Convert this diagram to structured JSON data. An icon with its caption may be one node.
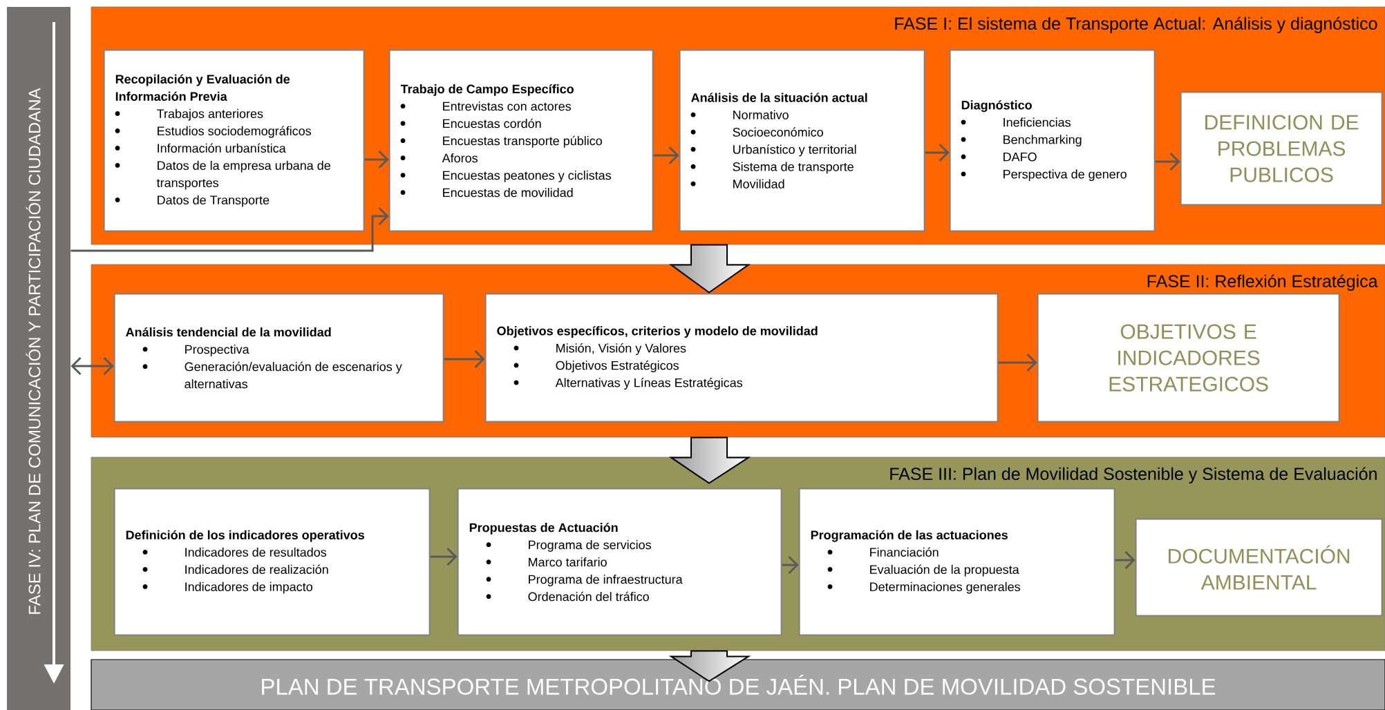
{
  "diagram": {
    "nodes": [
      {
        "text": [
          "FASE IV: PLAN DE COMUNICACIÓN Y PARTICIPACIÓN CIUDADANA"
        ]
      },
      {
        "text": [
          "FASE I: El sistema de Transporte Actual: Análisis y diagnóstico"
        ]
      },
      {
        "text": [
          "Recopilación y Evaluación de Información Previa",
          "Trabajos anteriores",
          "Estudios sociodemográficos",
          "Información urbanística",
          "Datos de la empresa urbana de transportes",
          "Datos de Transporte"
        ],
        "in": 1
      },
      {
        "text": [
          "Trabajo de Campo Específico",
          "Entrevistas con actores",
          "Encuestas cordón",
          "Encuestas transporte público",
          "Aforos",
          "Encuestas peatones y ciclistas",
          "Encuestas de movilidad"
        ],
        "in": 1
      },
      {
        "text": [
          "Análisis de la situación actual",
          "Normativo",
          "Socioeconómico",
          "Urbanístico y territorial",
          "Sistema de transporte",
          "Movilidad"
        ],
        "in": 1
      },
      {
        "text": [
          "Diagnóstico",
          "Ineficiencias",
          "Benchmarking",
          "DAFO",
          "Perspectiva de genero"
        ],
        "in": 1
      },
      {
        "text": [
          "DEFINICION DE PROBLEMAS PUBLICOS"
        ],
        "in": 1
      },
      {
        "text": [
          "FASE II: Reflexión Estratégica"
        ]
      },
      {
        "text": [
          "Análisis tendencial de la movilidad",
          "Prospectiva",
          "Generación/evaluación de escenarios y alternativas"
        ],
        "in": 7
      },
      {
        "text": [
          "Objetivos específicos, criterios y modelo de movilidad",
          "Misión, Visión y Valores",
          "Objetivos Estratégicos",
          "Alternativas y Líneas Estratégicas"
        ],
        "in": 7
      },
      {
        "text": [
          "OBJETIVOS E INDICADORES ESTRATEGICOS"
        ],
        "in": 7
      },
      {
        "text": [
          "FASE III: Plan de Movilidad Sostenible y Sistema de Evaluación"
        ]
      },
      {
        "text": [
          "Definición de los indicadores operativos",
          "Indicadores de resultados",
          "Indicadores de realización",
          "Indicadores de impacto"
        ],
        "in": 11
      },
      {
        "text": [
          "Propuestas de Actuación",
          "Programa de servicios",
          "Marco tarifario",
          "Programa de infraestructura",
          "Ordenación del tráfico"
        ],
        "in": 11
      },
      {
        "text": [
          "Programación de las actuaciones",
          "Financiación",
          "Evaluación de la propuesta",
          "Determinaciones generales"
        ],
        "in": 11
      },
      {
        "text": [
          "DOCUMENTACIÓN AMBIENTAL"
        ],
        "in": 11
      },
      {
        "text": [
          "PLAN DE TRANSPORTE METROPOLITANO DE JAÉN. PLAN DE MOVILIDAD SOSTENIBLE"
        ]
      }
    ],
    "edges": [
      {
        "from": 2,
        "to": 3,
        "arrow": "to"
      },
      {
        "from": 0,
        "to": 3,
        "arrow": "to"
      },
      {
        "from": 3,
        "to": 4,
        "arrow": "to"
      },
      {
        "from": 4,
        "to": 5,
        "arrow": "to"
      },
      {
        "from": 5,
        "to": 6,
        "arrow": "to"
      },
      {
        "from": 1,
        "to": 7,
        "arrow": "to",
        "style": "thick"
      },
      {
        "from": 0,
        "to": 8,
        "arrow": "both"
      },
      {
        "from": 8,
        "to": 9,
        "arrow": "to"
      },
      {
        "from": 9,
        "to": 10,
        "arrow": "to"
      },
      {
        "from": 7,
        "to": 11,
        "arrow": "to",
        "style": "thick"
      },
      {
        "from": 12,
        "to": 13,
        "arrow": "to"
      },
      {
        "from": 13,
        "to": 14,
        "arrow": "to"
      },
      {
        "from": 14,
        "to": 15,
        "arrow": "to"
      },
      {
        "from": 11,
        "to": 16,
        "arrow": "to",
        "style": "thick"
      }
    ]
  }
}
